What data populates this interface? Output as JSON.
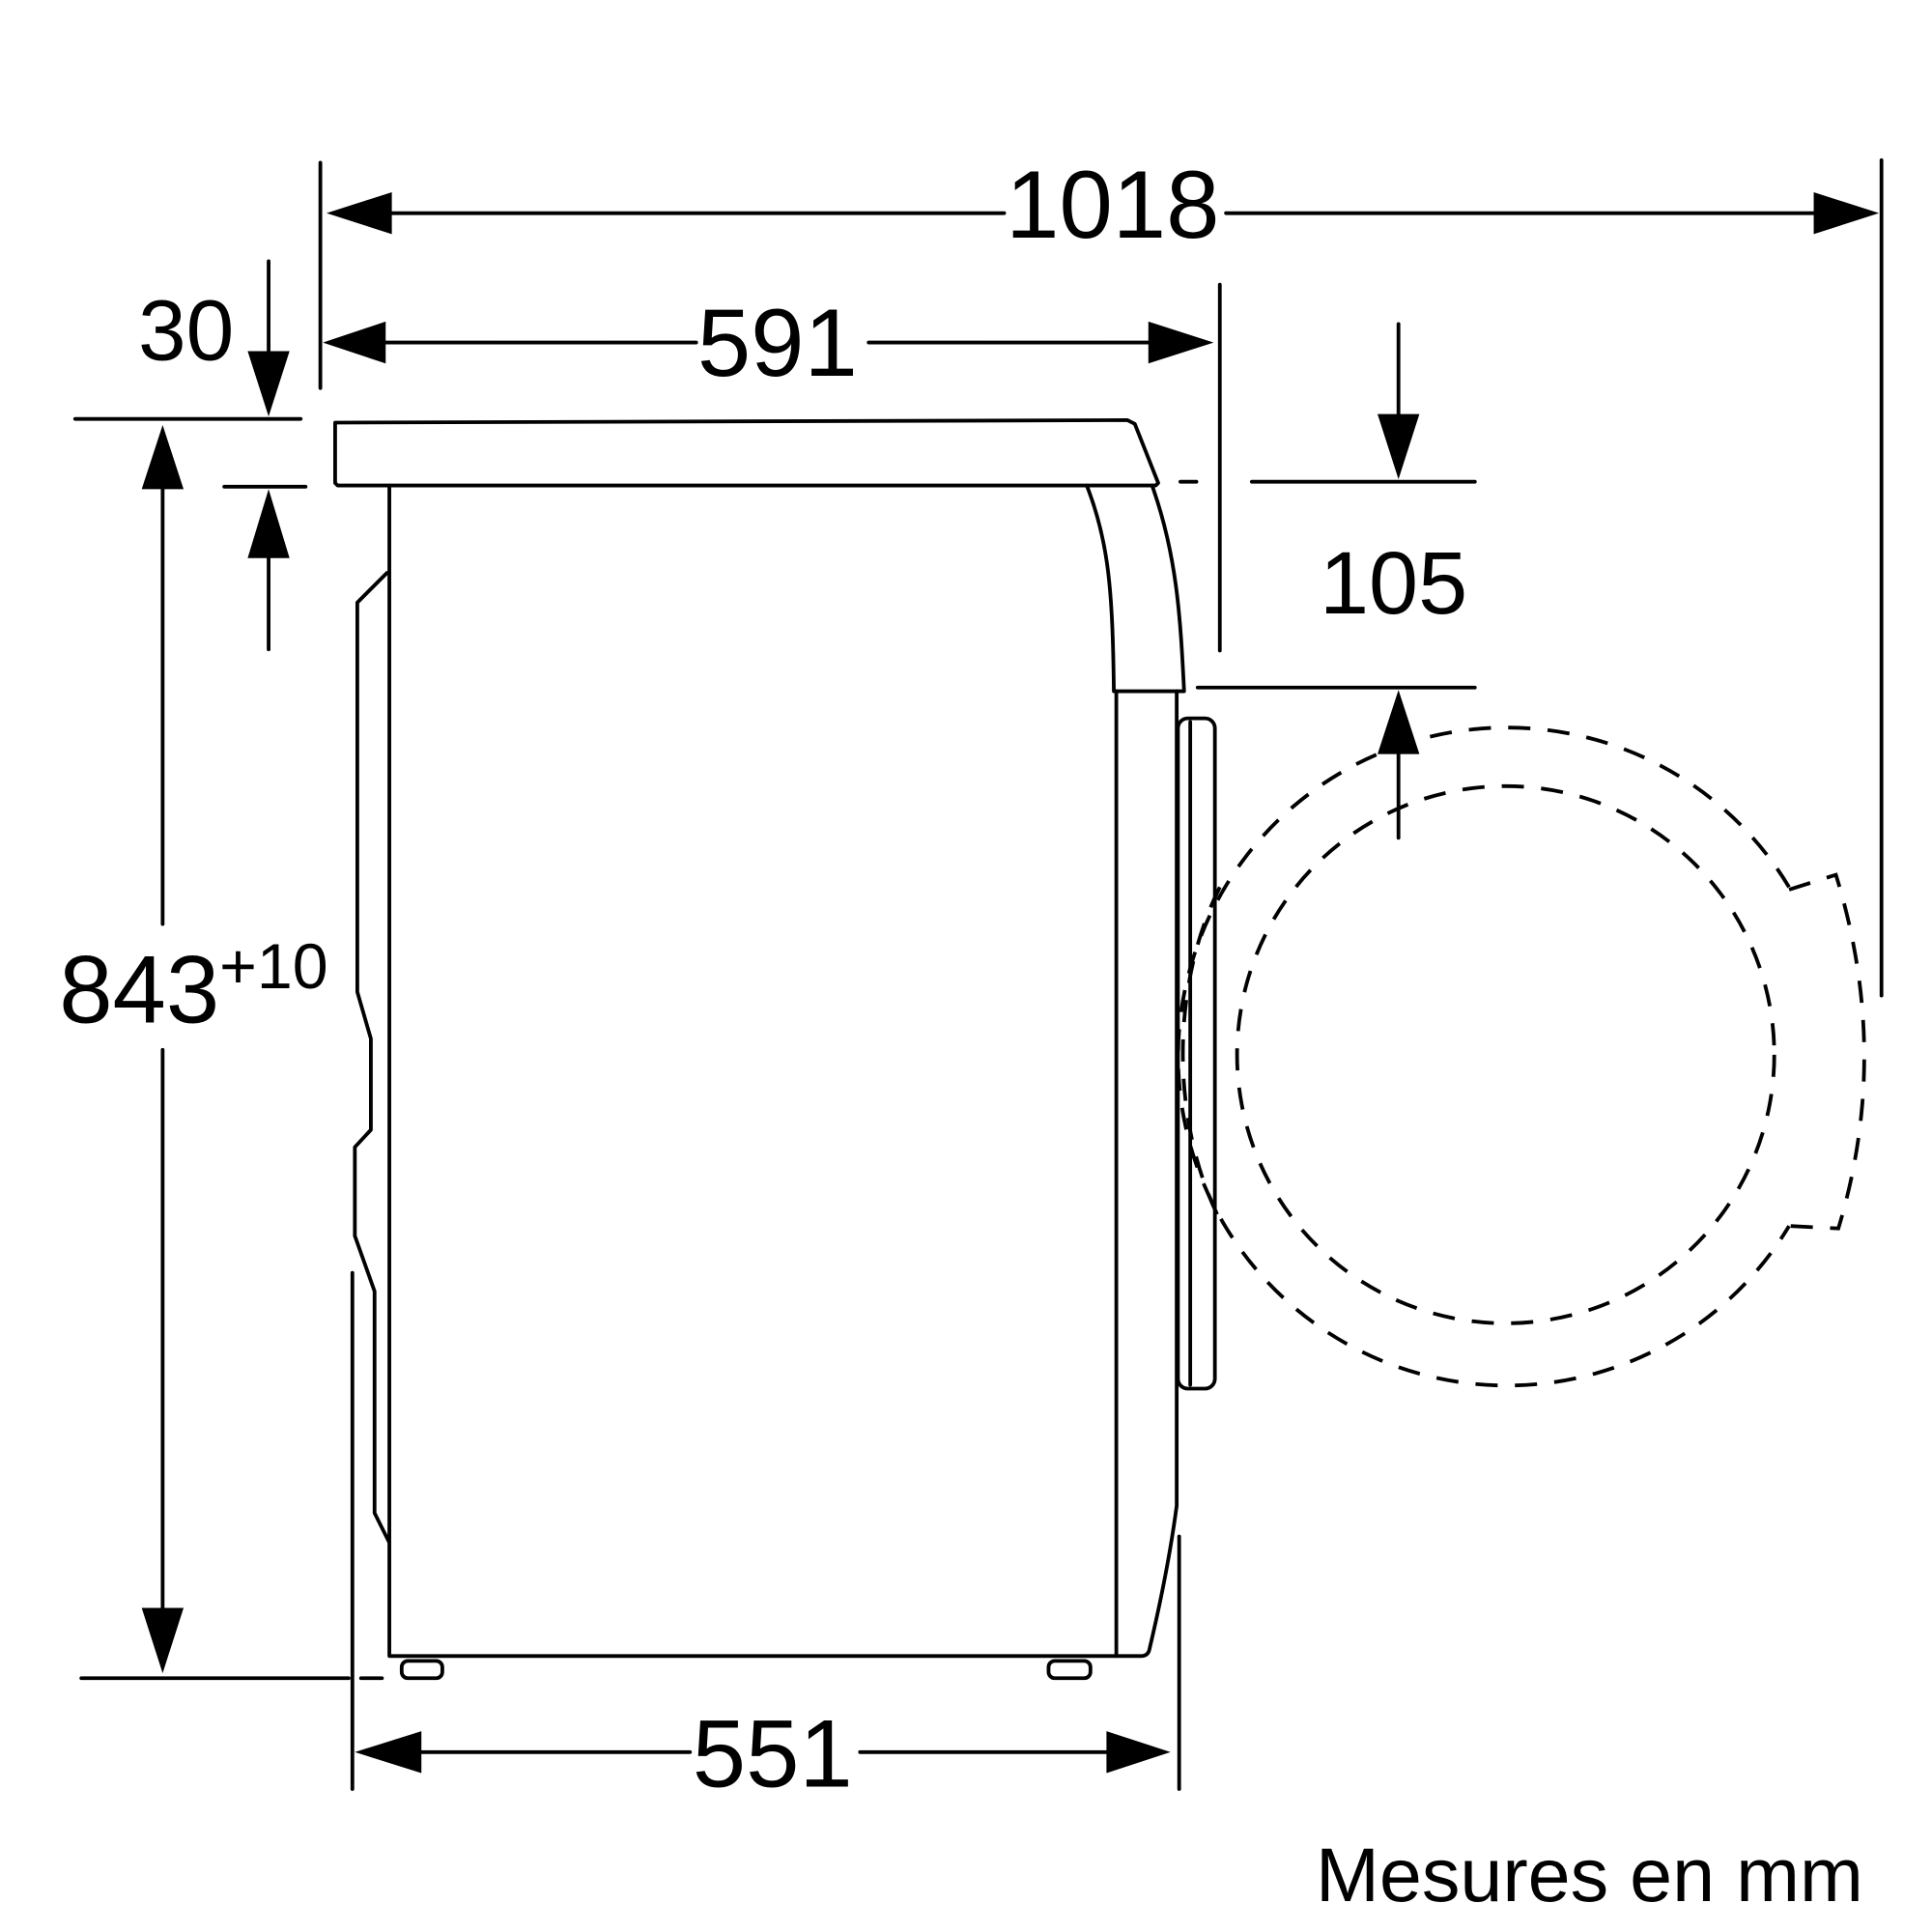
{
  "dimensions": {
    "total_depth_door_open": "1018",
    "depth": "591",
    "top_thickness": "30",
    "height": "843",
    "height_tolerance": "+10",
    "door_offset": "105",
    "base_depth": "551"
  },
  "note": "Mesures en mm",
  "colors": {
    "line": "#000000",
    "background": "#ffffff"
  }
}
